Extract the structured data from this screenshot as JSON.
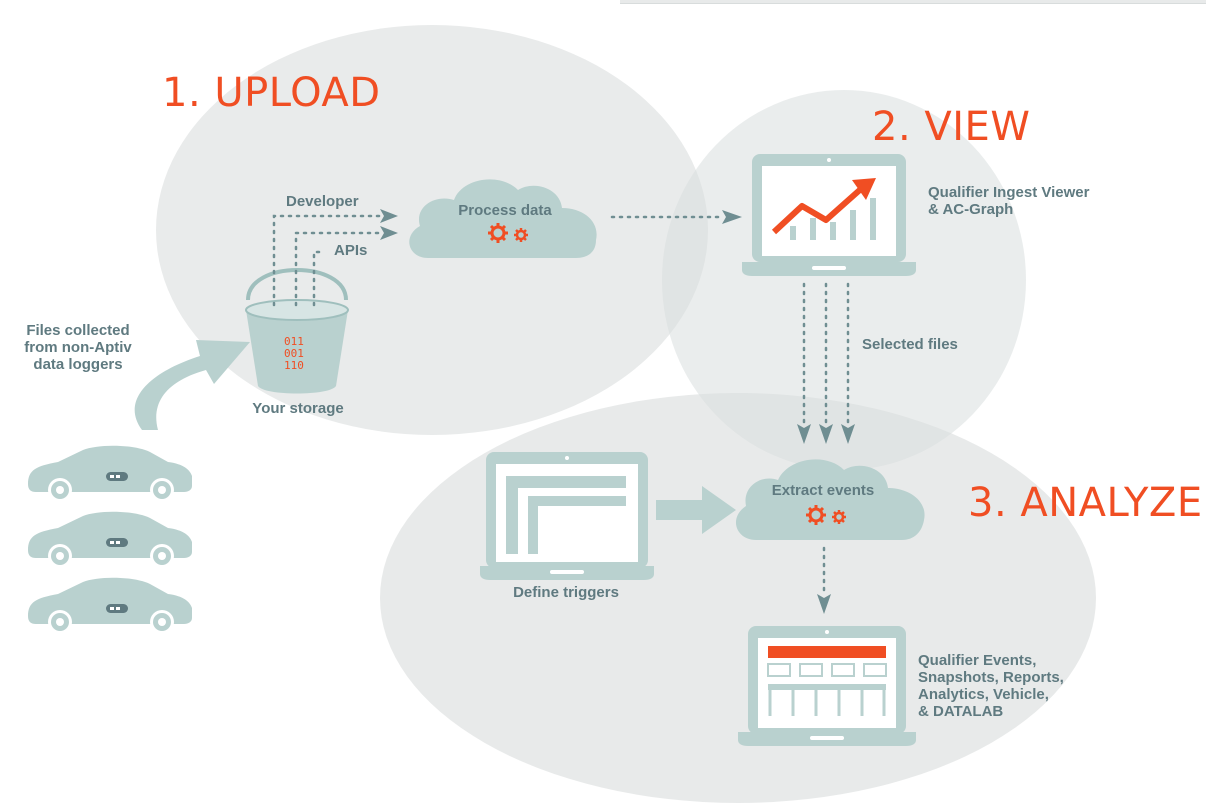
{
  "stages": {
    "upload": "1. UPLOAD",
    "view": "2. VIEW",
    "analyze": "3. ANALYZE"
  },
  "labels": {
    "files_collected": [
      "Files collected",
      "from non-Aptiv",
      "data loggers"
    ],
    "your_storage": "Your storage",
    "developer": "Developer",
    "apis": "APIs",
    "process_data": "Process data",
    "viewer": [
      "Qualifier Ingest Viewer",
      "& AC-Graph"
    ],
    "selected_files": "Selected files",
    "extract_events": "Extract events",
    "define_triggers": "Define triggers",
    "outputs": [
      "Qualifier Events,",
      "Snapshots, Reports,",
      "Analytics, Vehicle,",
      "& DATALAB"
    ],
    "binary": [
      "011",
      "001",
      "110"
    ]
  },
  "colors": {
    "accent": "#f04e23",
    "teal": "#9fbfbd",
    "label": "#5f7a80",
    "region": "#e9ebeb"
  },
  "icons": [
    "car-icon",
    "bucket-icon",
    "cloud-icon",
    "gears-icon",
    "laptop-icon",
    "trend-arrow-icon",
    "curved-arrow-icon"
  ]
}
